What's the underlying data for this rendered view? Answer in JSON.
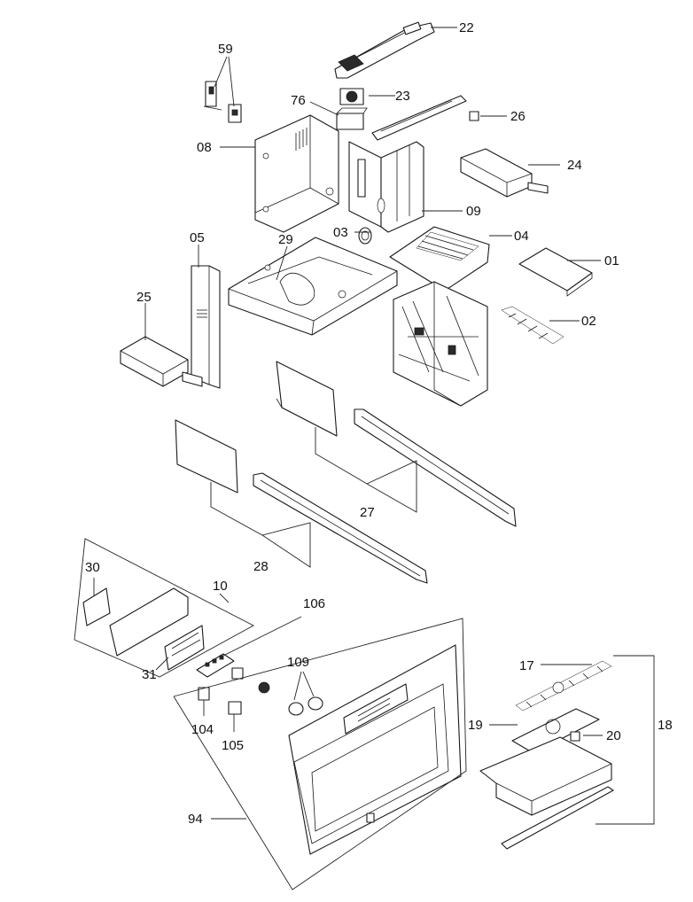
{
  "labels": {
    "p01": "01",
    "p02": "02",
    "p03": "03",
    "p04": "04",
    "p05": "05",
    "p08": "08",
    "p09": "09",
    "p10": "10",
    "p17": "17",
    "p18": "18",
    "p19": "19",
    "p20": "20",
    "p22": "22",
    "p23": "23",
    "p24": "24",
    "p25": "25",
    "p26": "26",
    "p27": "27",
    "p28": "28",
    "p29": "29",
    "p30": "30",
    "p31": "31",
    "p59": "59",
    "p76": "76",
    "p94": "94",
    "p104": "104",
    "p105": "105",
    "p106": "106",
    "p109": "109"
  }
}
